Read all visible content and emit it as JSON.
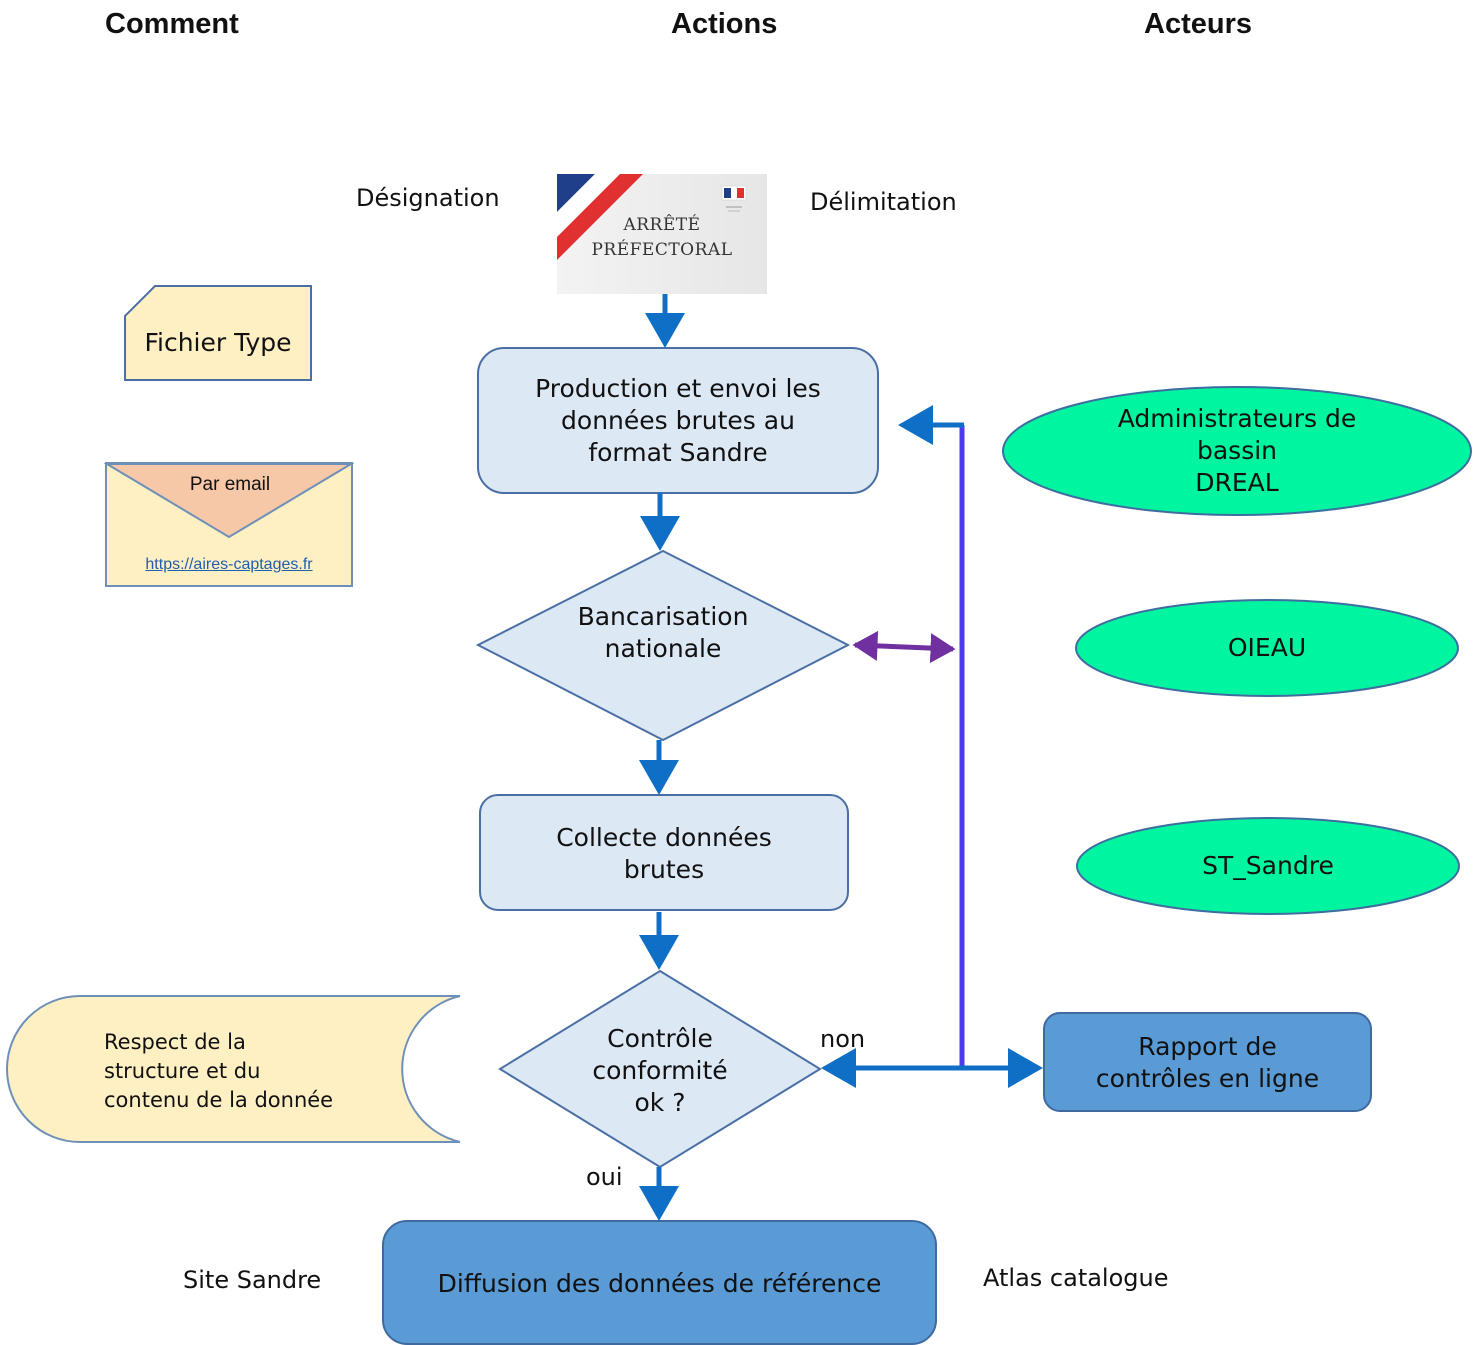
{
  "headers": {
    "comment": "Comment",
    "actions": "Actions",
    "acteurs": "Acteurs"
  },
  "arrete": {
    "label": "Désignation",
    "right_label": "Délimitation",
    "image_line1": "ARRÊTÉ",
    "image_line2": "PRÉFECTORAL"
  },
  "comment_col": {
    "fichier": "Fichier Type",
    "email_label": "Par email",
    "email_link": "https://aires-captages.fr",
    "respect": [
      "Respect de la",
      "structure et du",
      "contenu de la donnée"
    ]
  },
  "actions": {
    "production": [
      "Production et envoi les",
      "données brutes au",
      "format Sandre"
    ],
    "bancarisation": [
      "Bancarisation",
      "nationale"
    ],
    "collecte": [
      "Collecte données",
      "brutes"
    ],
    "controle": [
      "Contrôle",
      "conformité",
      "ok ?"
    ],
    "non": "non",
    "oui": "oui",
    "diffusion": "Diffusion des données de référence",
    "site": "Site Sandre",
    "atlas": "Atlas catalogue"
  },
  "acteurs": {
    "admin": [
      "Administrateurs de",
      "bassin",
      "DREAL"
    ],
    "oieau": "OIEAU",
    "st_sandre": "ST_Sandre",
    "rapport": [
      "Rapport de",
      "contrôles en ligne"
    ]
  },
  "colors": {
    "box_light": "#dde8f5",
    "box_dark": "#5b9bd5",
    "border": "#4a6fa5",
    "ellipse": "#00f5a0",
    "note": "#fff0c4",
    "arrow_blue": "#0f6fc6",
    "arrow_violet": "#4a3af0",
    "arrow_purple": "#7030a0",
    "envelope_flap": "#f7c8a8"
  }
}
